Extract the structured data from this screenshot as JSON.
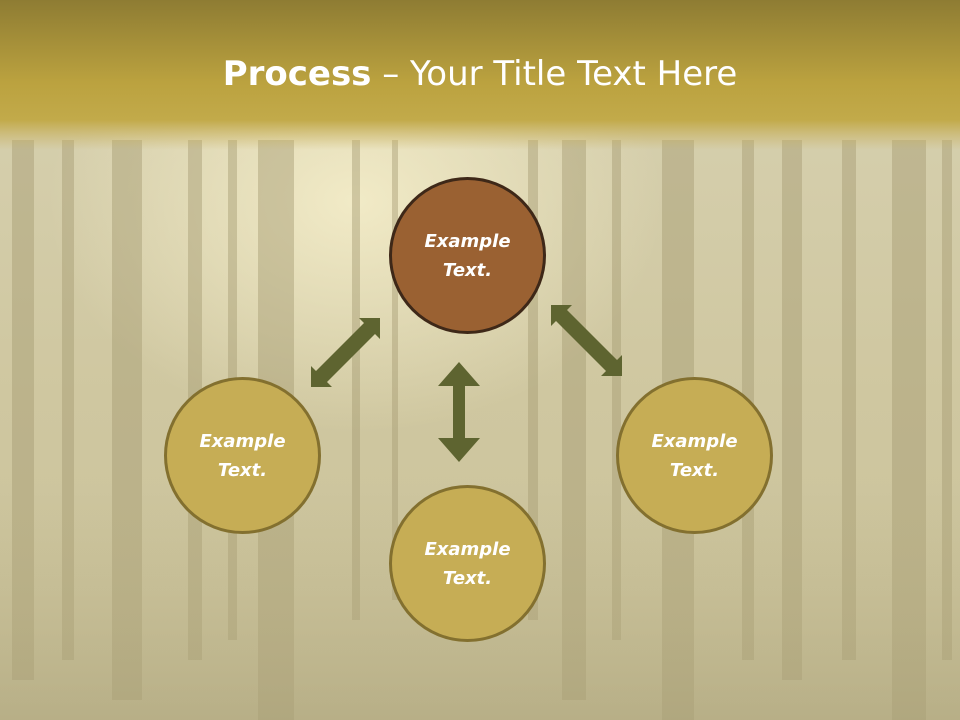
{
  "slide": {
    "title_strong": "Process",
    "title_rest": " – Your Title Text Here"
  },
  "nodes": {
    "top": {
      "line1": "Example",
      "line2": "Text."
    },
    "left": {
      "line1": "Example",
      "line2": "Text."
    },
    "right": {
      "line1": "Example",
      "line2": "Text."
    },
    "bottom": {
      "line1": "Example",
      "line2": "Text."
    }
  },
  "colors": {
    "title_bar": "#b49a38",
    "accent_circle": "#9a6132",
    "gold_circle": "#c6ad55",
    "arrow": "#5e6430"
  }
}
